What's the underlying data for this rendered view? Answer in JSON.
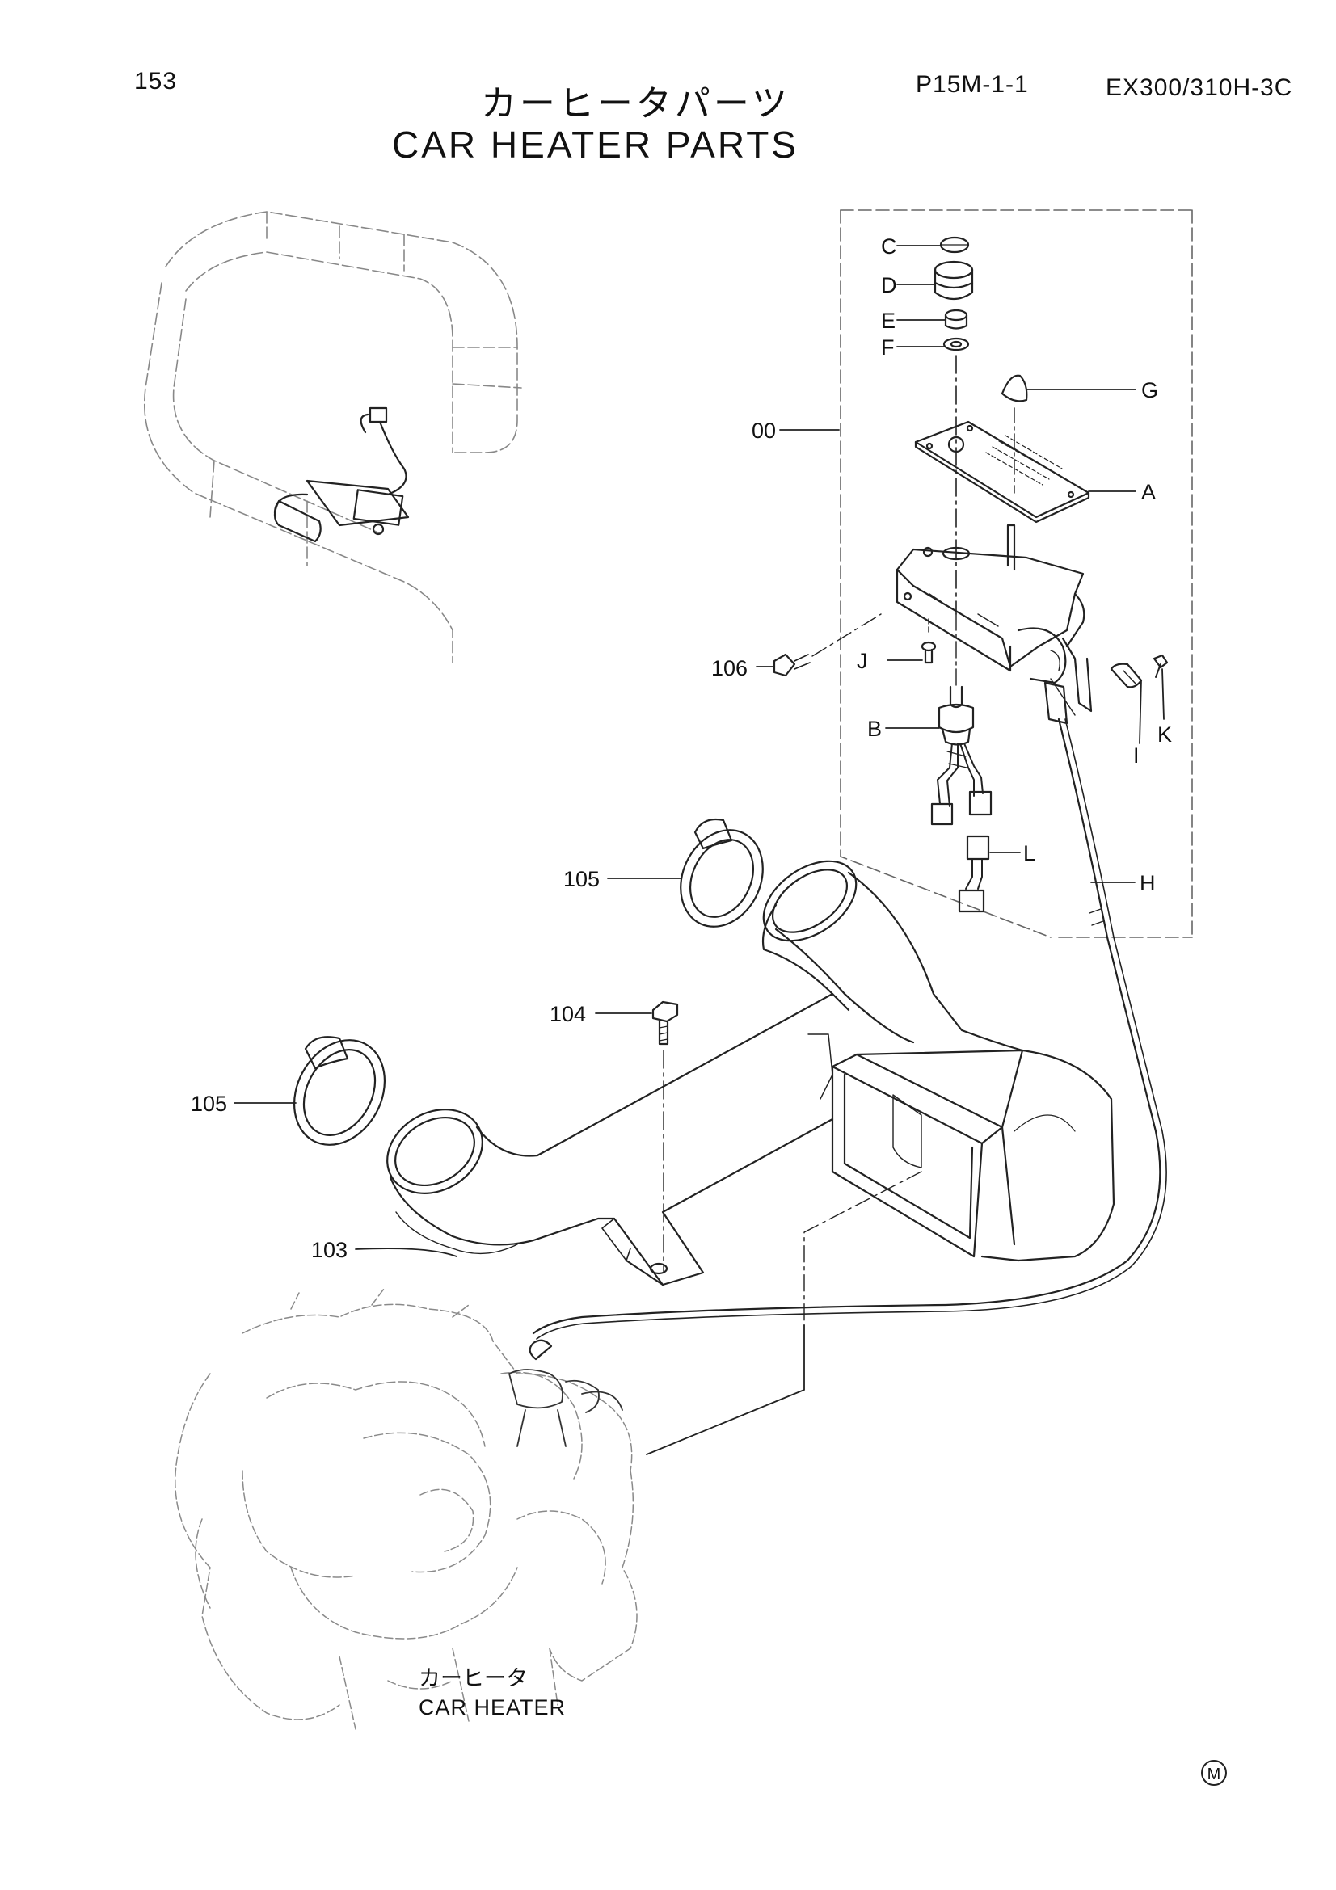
{
  "header": {
    "page_number": "153",
    "section_code": "P15M-1-1",
    "model": "EX300/310H-3C"
  },
  "title": {
    "japanese": "カーヒータパーツ",
    "english": "CAR HEATER PARTS"
  },
  "callouts": {
    "C": "C",
    "D": "D",
    "E": "E",
    "F": "F",
    "G": "G",
    "A": "A",
    "B": "B",
    "H": "H",
    "I": "I",
    "J": "J",
    "K": "K",
    "L": "L",
    "p00": "00",
    "p103": "103",
    "p104": "104",
    "p105a": "105",
    "p105b": "105",
    "p106": "106"
  },
  "assembly_label": {
    "japanese": "カーヒータ",
    "english": "CAR HEATER"
  },
  "footer_mark": "M"
}
